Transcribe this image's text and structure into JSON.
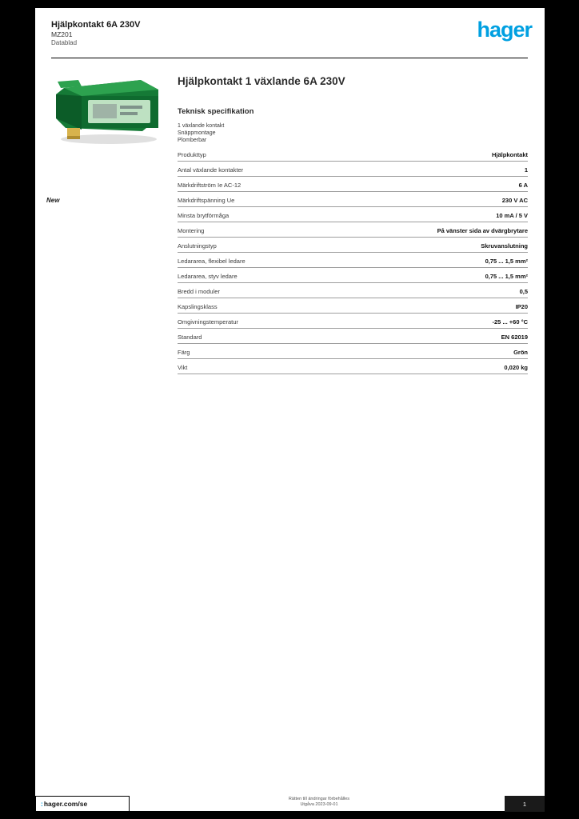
{
  "page": {
    "background": "#000000",
    "paper_color": "#ffffff"
  },
  "brand": {
    "logo_text": "hager",
    "logo_color": "#00a0e1",
    "logo_mark": ":"
  },
  "header": {
    "product_name": "Hjälpkontakt 6A 230V",
    "reference": "MZ201",
    "doc_label": "Datablad"
  },
  "main": {
    "title": "Hjälpkontakt 1 växlande 6A 230V",
    "section_heading": "Teknisk specifikation",
    "new_badge": "New",
    "features": [
      "1 växlande kontakt",
      "Snäppmontage",
      "Plomberbar"
    ],
    "specs": [
      {
        "label": "Produkttyp",
        "value": "Hjälpkontakt"
      },
      {
        "label": "Antal växlande kontakter",
        "value": "1"
      },
      {
        "label": "Märkdriftström Ie AC-12",
        "value": "6 A"
      },
      {
        "label": "Märkdriftspänning Ue",
        "value": "230 V AC"
      },
      {
        "label": "Minsta brytförmåga",
        "value": "10 mA / 5 V"
      },
      {
        "label": "Montering",
        "value": "På vänster sida av dvärgbrytare"
      },
      {
        "label": "Anslutningstyp",
        "value": "Skruvanslutning"
      },
      {
        "label": "Ledararea, flexibel ledare",
        "value": "0,75 ... 1,5 mm²"
      },
      {
        "label": "Ledararea, styv ledare",
        "value": "0,75 ... 1,5 mm²"
      },
      {
        "label": "Bredd i moduler",
        "value": "0,5"
      },
      {
        "label": "Kapslingsklass",
        "value": "IP20"
      },
      {
        "label": "Omgivningstemperatur",
        "value": "-25 ... +60 °C"
      },
      {
        "label": "Standard",
        "value": "EN 62019"
      },
      {
        "label": "Färg",
        "value": "Grön"
      },
      {
        "label": "Vikt",
        "value": "0,020 kg"
      }
    ]
  },
  "footer": {
    "site": "hager.com/se",
    "note_line1": "Rätten till ändringar förbehålles",
    "note_line2": "Utgåva 2023-09-01",
    "page_label": "1"
  }
}
